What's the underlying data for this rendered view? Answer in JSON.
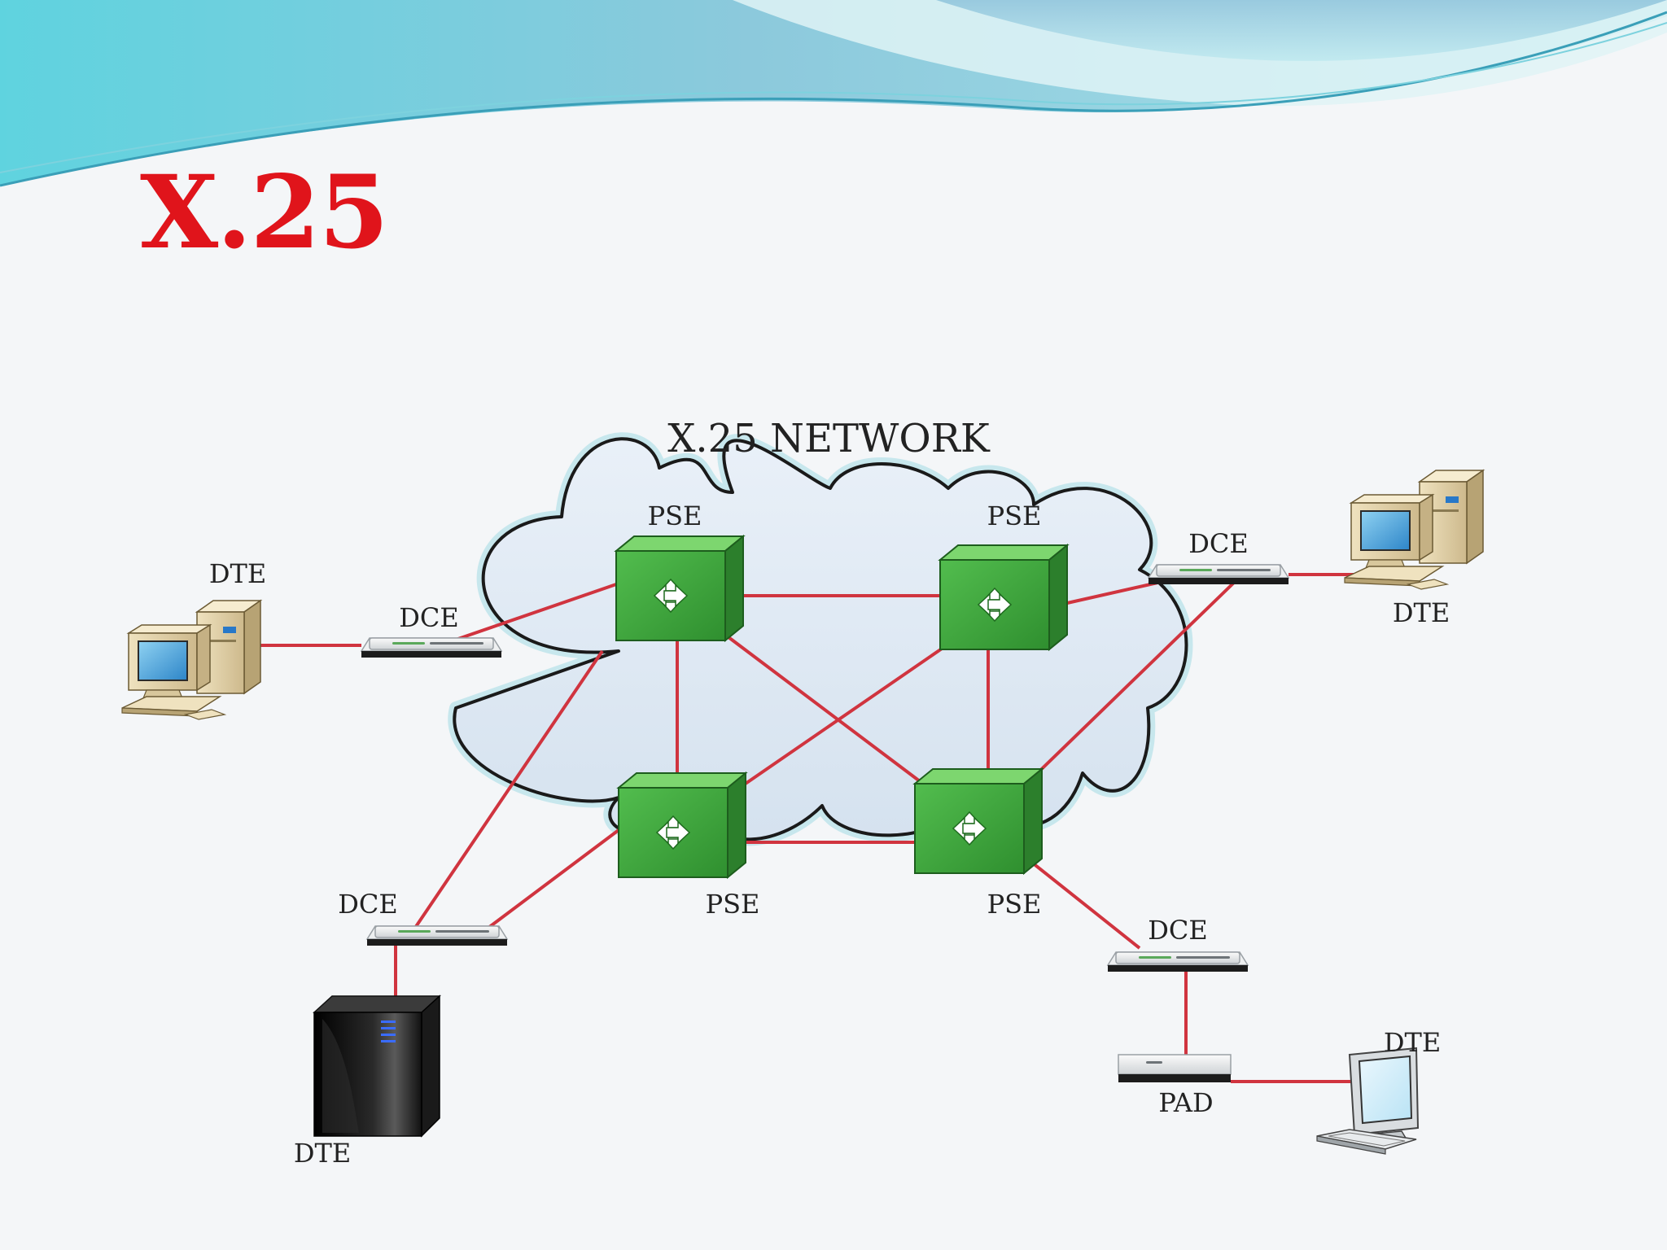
{
  "slide": {
    "title": "X.25"
  },
  "diagram": {
    "title": "X.25 NETWORK",
    "colors": {
      "title_red": "#e0141b",
      "link_red": "#d0343f",
      "switch_green": "#3ea83e",
      "cloud_fill": "#dde8f3",
      "cloud_glow": "#a9dde6"
    },
    "pse_nodes": [
      {
        "id": "pse-top-left",
        "label": "PSE"
      },
      {
        "id": "pse-top-right",
        "label": "PSE"
      },
      {
        "id": "pse-bottom-left",
        "label": "PSE"
      },
      {
        "id": "pse-bottom-right",
        "label": "PSE"
      }
    ],
    "dce_nodes": [
      {
        "id": "dce-left",
        "label": "DCE"
      },
      {
        "id": "dce-right",
        "label": "DCE"
      },
      {
        "id": "dce-bottom-left",
        "label": "DCE"
      },
      {
        "id": "dce-bottom-right",
        "label": "DCE"
      }
    ],
    "dte_nodes": [
      {
        "id": "dte-left",
        "label": "DTE",
        "icon": "desktop-computer-icon"
      },
      {
        "id": "dte-right",
        "label": "DTE",
        "icon": "desktop-computer-icon"
      },
      {
        "id": "dte-server",
        "label": "DTE",
        "icon": "server-tower-icon"
      },
      {
        "id": "dte-terminal",
        "label": "DTE",
        "icon": "terminal-icon"
      }
    ],
    "pad": {
      "id": "pad",
      "label": "PAD"
    },
    "links": [
      [
        "pse-top-left",
        "pse-top-right"
      ],
      [
        "pse-top-left",
        "pse-bottom-left"
      ],
      [
        "pse-top-left",
        "pse-bottom-right"
      ],
      [
        "pse-top-right",
        "pse-bottom-left"
      ],
      [
        "pse-top-right",
        "pse-bottom-right"
      ],
      [
        "pse-bottom-left",
        "pse-bottom-right"
      ],
      [
        "pse-top-left",
        "dce-left"
      ],
      [
        "dce-left",
        "dte-left"
      ],
      [
        "pse-top-right",
        "dce-right"
      ],
      [
        "dce-right",
        "dte-right"
      ],
      [
        "dce-right",
        "pse-bottom-right"
      ],
      [
        "pse-top-left",
        "dce-bottom-left"
      ],
      [
        "pse-bottom-left",
        "dce-bottom-left"
      ],
      [
        "dce-bottom-left",
        "dte-server"
      ],
      [
        "pse-bottom-right",
        "dce-bottom-right"
      ],
      [
        "dce-bottom-right",
        "pad"
      ],
      [
        "pad",
        "dte-terminal"
      ]
    ]
  }
}
